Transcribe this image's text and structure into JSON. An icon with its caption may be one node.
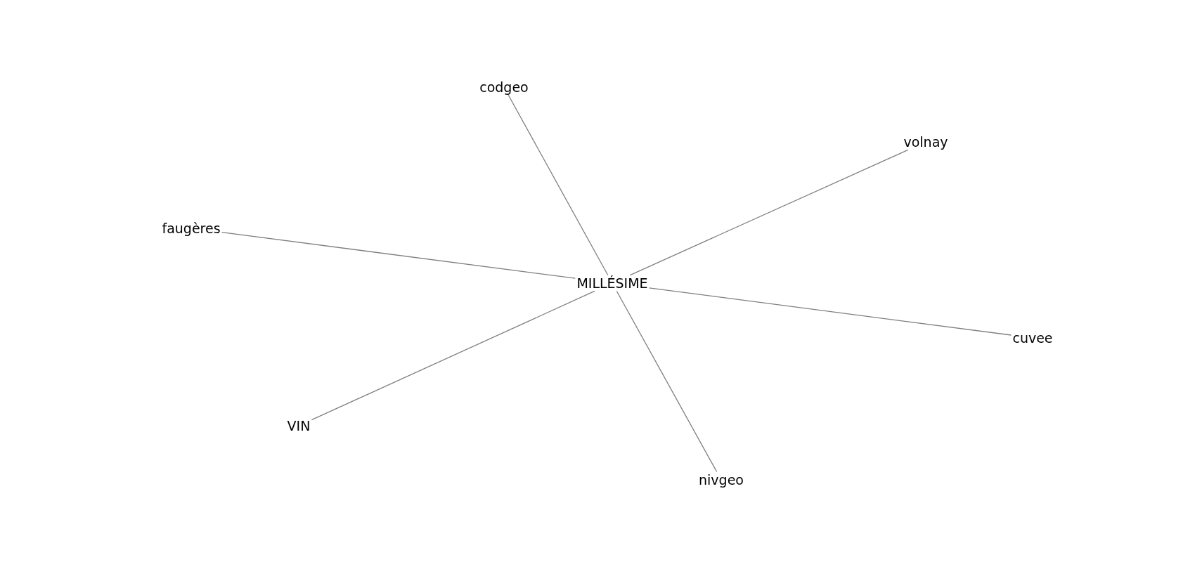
{
  "diagram": {
    "nodes": [
      {
        "text": [
          "codgeo"
        ]
      },
      {
        "text": [
          "volnay"
        ]
      },
      {
        "text": [
          "faugères"
        ]
      },
      {
        "text": [
          "MILLÉSIME"
        ]
      },
      {
        "text": [
          "cuvee"
        ]
      },
      {
        "text": [
          "VIN"
        ]
      },
      {
        "text": [
          "nivgeo"
        ]
      }
    ],
    "edges": [
      {
        "from": 3,
        "to": 0,
        "arrow": "none"
      },
      {
        "from": 3,
        "to": 1,
        "arrow": "none"
      },
      {
        "from": 3,
        "to": 2,
        "arrow": "none"
      },
      {
        "from": 3,
        "to": 4,
        "arrow": "none"
      },
      {
        "from": 3,
        "to": 5,
        "arrow": "none"
      },
      {
        "from": 3,
        "to": 6,
        "arrow": "none"
      }
    ]
  }
}
